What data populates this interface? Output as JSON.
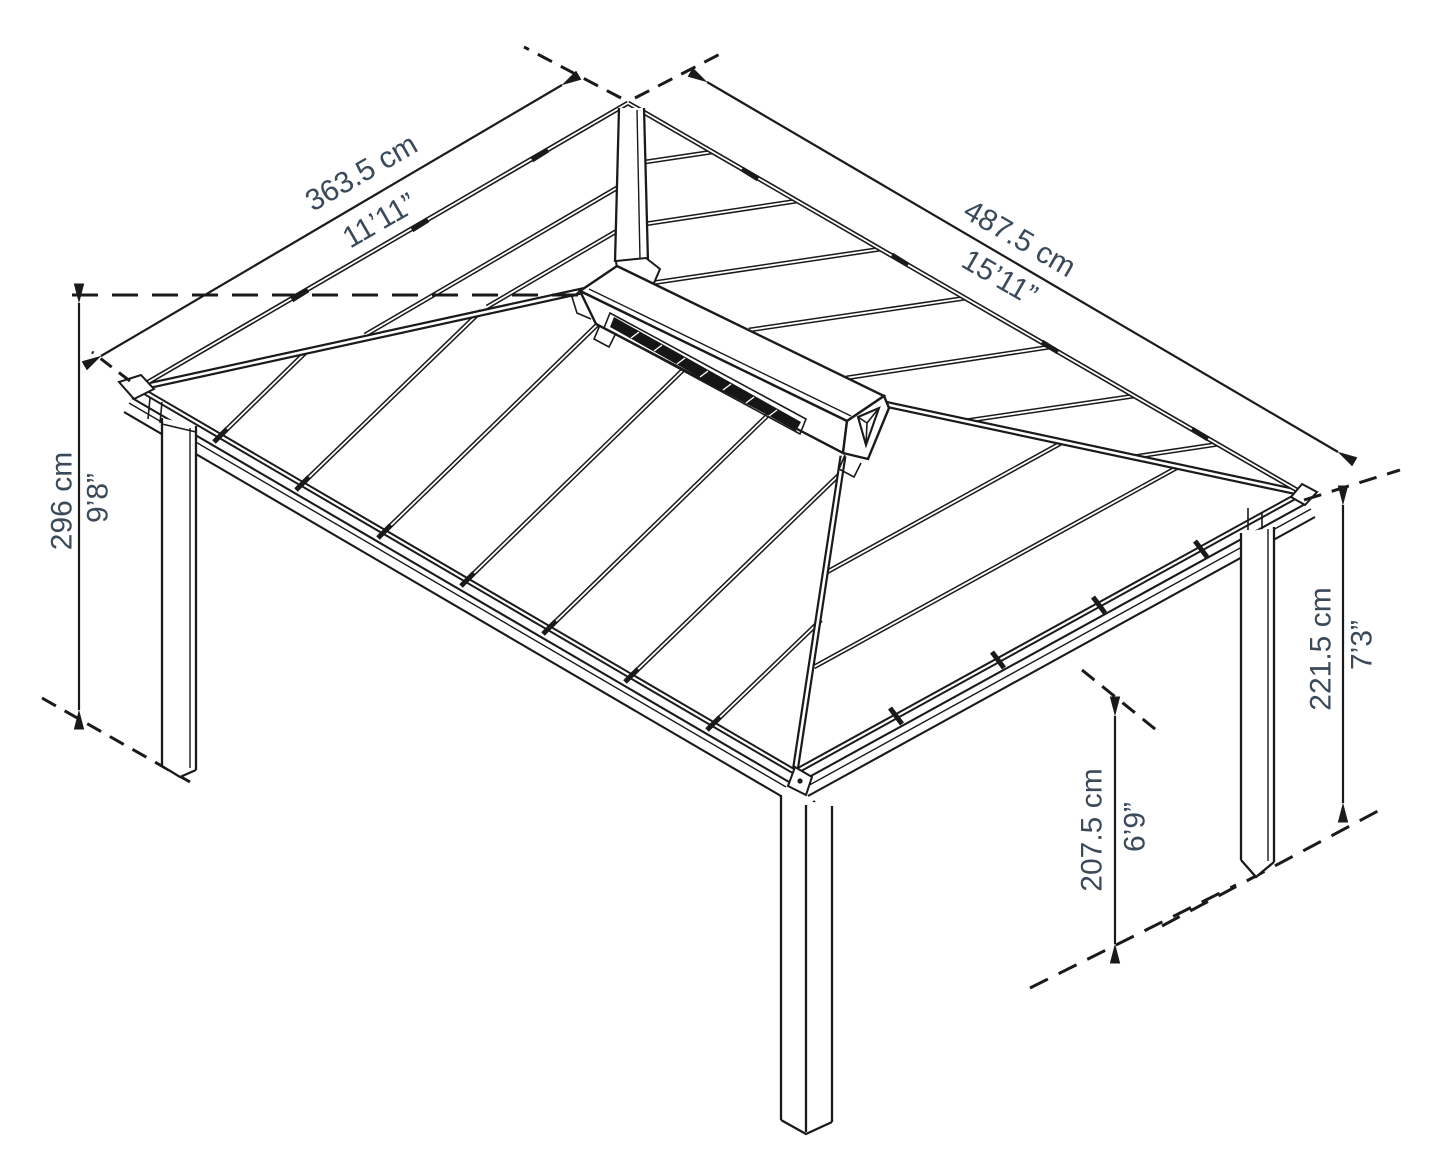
{
  "diagram": {
    "kind": "gazebo-isometric-dimension-drawing",
    "dimensions": {
      "width": {
        "metric": "363.5 cm",
        "imperial": "11’11”"
      },
      "length": {
        "metric": "487.5 cm",
        "imperial": "15’11”"
      },
      "peak_height": {
        "metric": "296 cm",
        "imperial": "9’8”"
      },
      "eave_height": {
        "metric": "221.5 cm",
        "imperial": "7’3”"
      },
      "clearance_height": {
        "metric": "207.5 cm",
        "imperial": "6’9”"
      }
    },
    "colors": {
      "line": "#1a1a1a",
      "label": "#3b4a5a",
      "background": "#ffffff"
    }
  }
}
